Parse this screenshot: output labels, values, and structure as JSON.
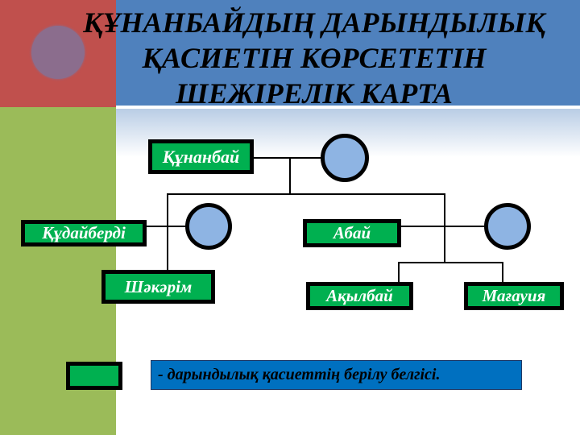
{
  "title": {
    "lines": [
      "ҚҰНАНБАЙДЫҢ ДАРЫНДЫЛЫҚ",
      "ҚАСИЕТІН КӨРСЕТЕТІН",
      "ШЕЖІРЕЛІК КАРТА"
    ]
  },
  "nodes": {
    "kunanbai": "Құнанбай",
    "kudaiberdi": "Құдайберді",
    "shakarim": "Шәкәрім",
    "abai": "Абай",
    "akylbai": "Ақылбай",
    "magauia": "Мағауия"
  },
  "legend": {
    "text": "-  дарындылық қасиеттің берілу белгісі."
  },
  "colors": {
    "gifted_box": "#00b050",
    "spouse_circle": "#8eb4e3",
    "legend_bar": "#0070c0",
    "header_blue": "#4f81bd",
    "header_red": "#c0504d",
    "side_green": "#9bbb59"
  }
}
